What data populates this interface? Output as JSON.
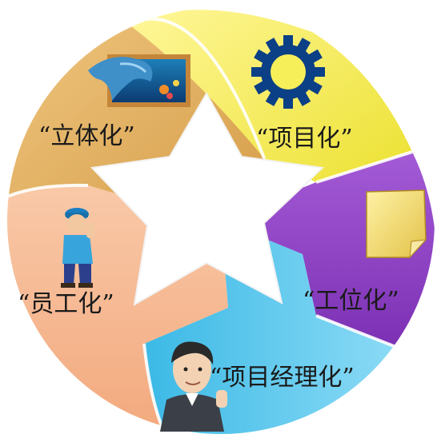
{
  "segments": [
    {
      "id": "project",
      "label": "“项目化”",
      "color": "#f2ea3c",
      "icon": "gear-icon"
    },
    {
      "id": "workstation",
      "label": "“工位化”",
      "color": "#8e3fc4",
      "icon": "sticky-note-icon"
    },
    {
      "id": "project-manager",
      "label": "“项目经理化”",
      "color": "#4fc6ec",
      "icon": "businessman-thumbs-up-icon"
    },
    {
      "id": "employee",
      "label": "“员工化”",
      "color": "#f6b78d",
      "icon": "worker-thumbs-up-icon"
    },
    {
      "id": "three-dimensional",
      "label": "“立体化”",
      "color": "#e0ad5c",
      "icon": "dolphin-picture-icon"
    }
  ]
}
